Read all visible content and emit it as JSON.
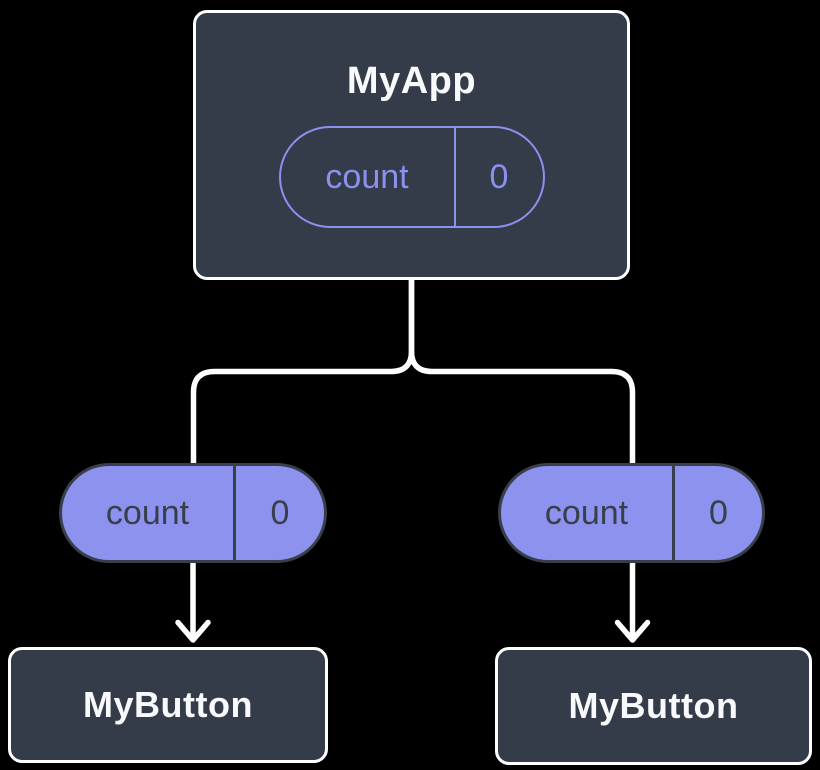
{
  "colors": {
    "background": "#000000",
    "box_fill": "#343b49",
    "box_border": "#ffffff",
    "title_text": "#f8f9fa",
    "accent_purple": "#8a91ee",
    "pill_fill": "#8c92ee",
    "pill_dark": "#383f4b",
    "connector": "#ffffff"
  },
  "diagram": {
    "type": "component-tree",
    "root": {
      "label": "MyApp",
      "state": {
        "name": "count",
        "value": "0"
      }
    },
    "props": [
      {
        "name": "count",
        "value": "0"
      },
      {
        "name": "count",
        "value": "0"
      }
    ],
    "children": [
      {
        "label": "MyButton"
      },
      {
        "label": "MyButton"
      }
    ],
    "edges": [
      {
        "from": "MyApp",
        "to": "left-prop-pill"
      },
      {
        "from": "MyApp",
        "to": "right-prop-pill"
      },
      {
        "from": "left-prop-pill",
        "to": "left-MyButton",
        "style": "arrow"
      },
      {
        "from": "right-prop-pill",
        "to": "right-MyButton",
        "style": "arrow"
      }
    ]
  }
}
